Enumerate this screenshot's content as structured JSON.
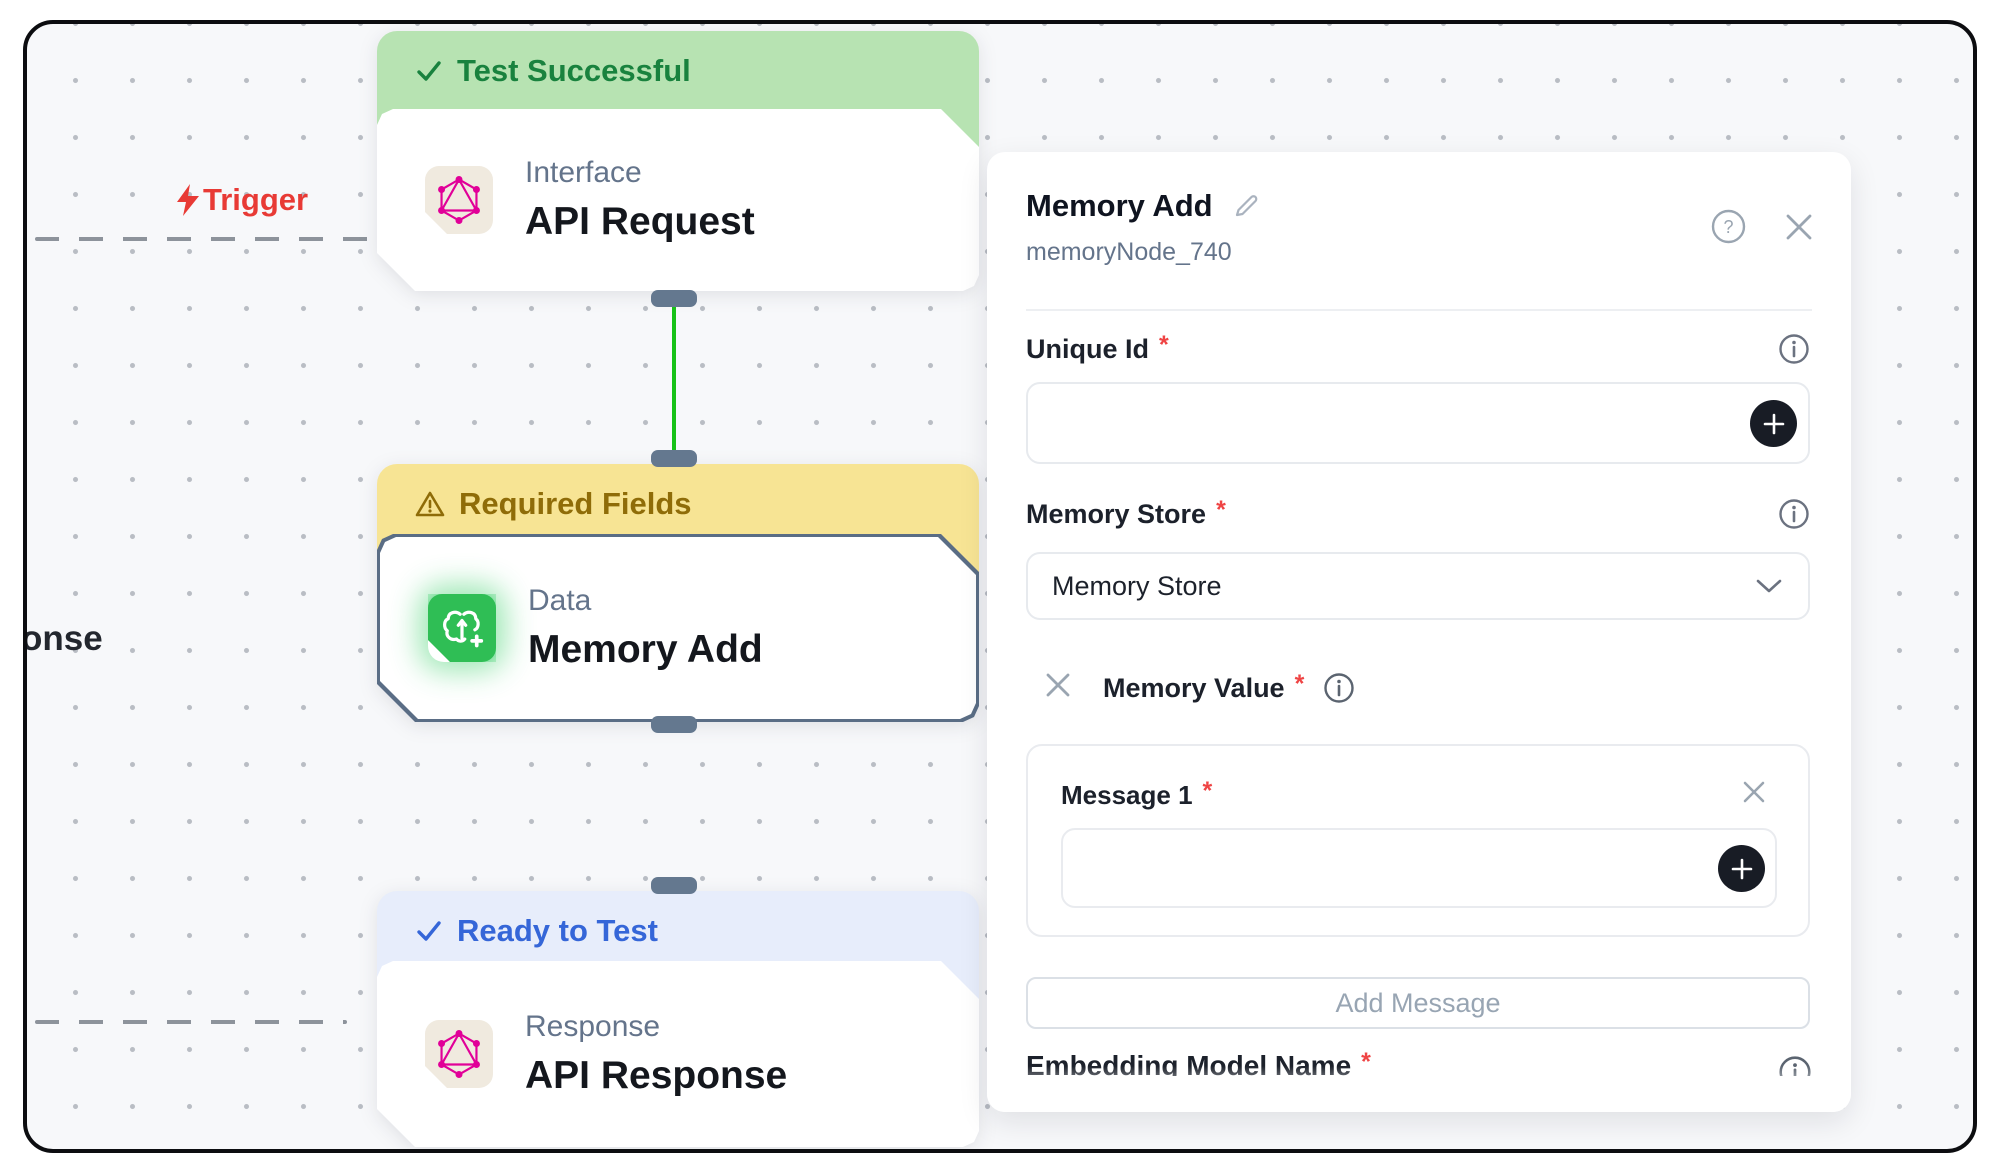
{
  "canvas": {
    "trigger_label": "Trigger",
    "offscreen_node_text": "onse",
    "nodes": [
      {
        "status": "Test Successful",
        "status_type": "success",
        "category": "Interface",
        "title": "API Request",
        "icon": "graphql-icon"
      },
      {
        "status": "Required Fields",
        "status_type": "warning",
        "category": "Data",
        "title": "Memory Add",
        "icon": "brain-plus-icon"
      },
      {
        "status": "Ready to Test",
        "status_type": "info",
        "category": "Response",
        "title": "API Response",
        "icon": "graphql-icon"
      }
    ]
  },
  "panel": {
    "title": "Memory Add",
    "node_id": "memoryNode_740",
    "required_marker": "*",
    "fields": {
      "unique_id": {
        "label": "Unique Id",
        "value": "",
        "placeholder": ""
      },
      "memory_store": {
        "label": "Memory Store",
        "selected_value": "Memory Store"
      },
      "memory_value": {
        "label": "Memory Value"
      },
      "message_1": {
        "label": "Message 1",
        "value": "",
        "placeholder": ""
      },
      "embedding_model": {
        "label": "Embedding Model Name"
      }
    },
    "buttons": {
      "add_message": "Add Message"
    }
  },
  "colors": {
    "canvas_bg": "#f7f8fa",
    "success_bg": "#b7e3b2",
    "success_text": "#19823e",
    "warning_bg": "#f7e494",
    "warning_text": "#8f6c08",
    "info_bg": "#e7edfb",
    "info_text": "#3566d8",
    "trigger_red": "#e83a35",
    "edge_green": "#17c217",
    "stub_slate": "#64788f",
    "selected_border": "#5a6d85",
    "graphql_pink": "#e10098",
    "memory_green": "#2fbe55",
    "required_red": "#ef4444"
  }
}
